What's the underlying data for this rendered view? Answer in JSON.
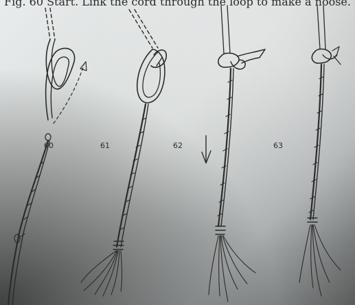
{
  "caption_text": "Fig. 60 Start. Link the cord through the loop to make a noose.",
  "figures": [
    {
      "number": "60"
    },
    {
      "number": "61"
    },
    {
      "number": "62"
    },
    {
      "number": "63"
    }
  ]
}
